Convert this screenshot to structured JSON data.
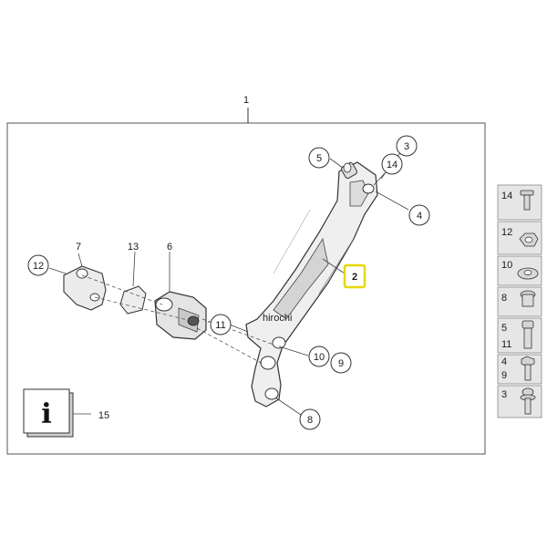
{
  "diagram": {
    "assembly_label": "1",
    "highlighted_label": "2",
    "watermark": "hirochi",
    "info_label": "15",
    "info_glyph": "i",
    "callouts": [
      "5",
      "3",
      "14",
      "4",
      "12",
      "7",
      "13",
      "6",
      "11",
      "10",
      "9",
      "8"
    ],
    "side_parts": [
      {
        "labels": [
          "14"
        ],
        "icon": "flat-head-bolt-icon"
      },
      {
        "labels": [
          "12"
        ],
        "icon": "hex-nut-icon"
      },
      {
        "labels": [
          "10"
        ],
        "icon": "washer-icon"
      },
      {
        "labels": [
          "8"
        ],
        "icon": "pin-bolt-icon"
      },
      {
        "labels": [
          "5",
          "11"
        ],
        "icon": "shoulder-bolt-icon"
      },
      {
        "labels": [
          "4",
          "9"
        ],
        "icon": "hex-bolt-icon"
      },
      {
        "labels": [
          "3"
        ],
        "icon": "collar-bolt-icon"
      }
    ],
    "colors": {
      "highlight_border": "#e8d800",
      "line": "#333333",
      "panel_bg": "#e6e6e6",
      "part_fill": "#d9d9d9"
    }
  }
}
